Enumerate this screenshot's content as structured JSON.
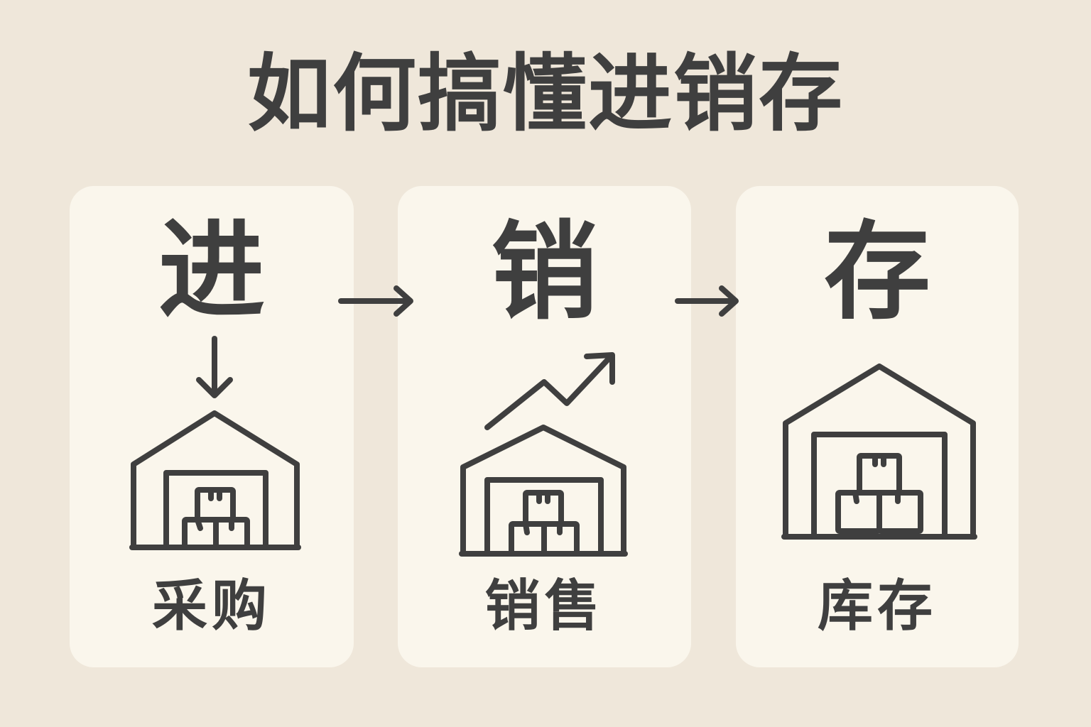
{
  "title": "如何搞懂进销存",
  "stages": [
    {
      "char": "进",
      "label": "采购",
      "icon": "warehouse-receive-icon"
    },
    {
      "char": "销",
      "label": "销售",
      "icon": "warehouse-sales-growth-icon"
    },
    {
      "char": "存",
      "label": "库存",
      "icon": "warehouse-storage-icon"
    }
  ],
  "colors": {
    "background": "#efe7da",
    "card": "#faf6ec",
    "ink": "#3f3f3f"
  }
}
